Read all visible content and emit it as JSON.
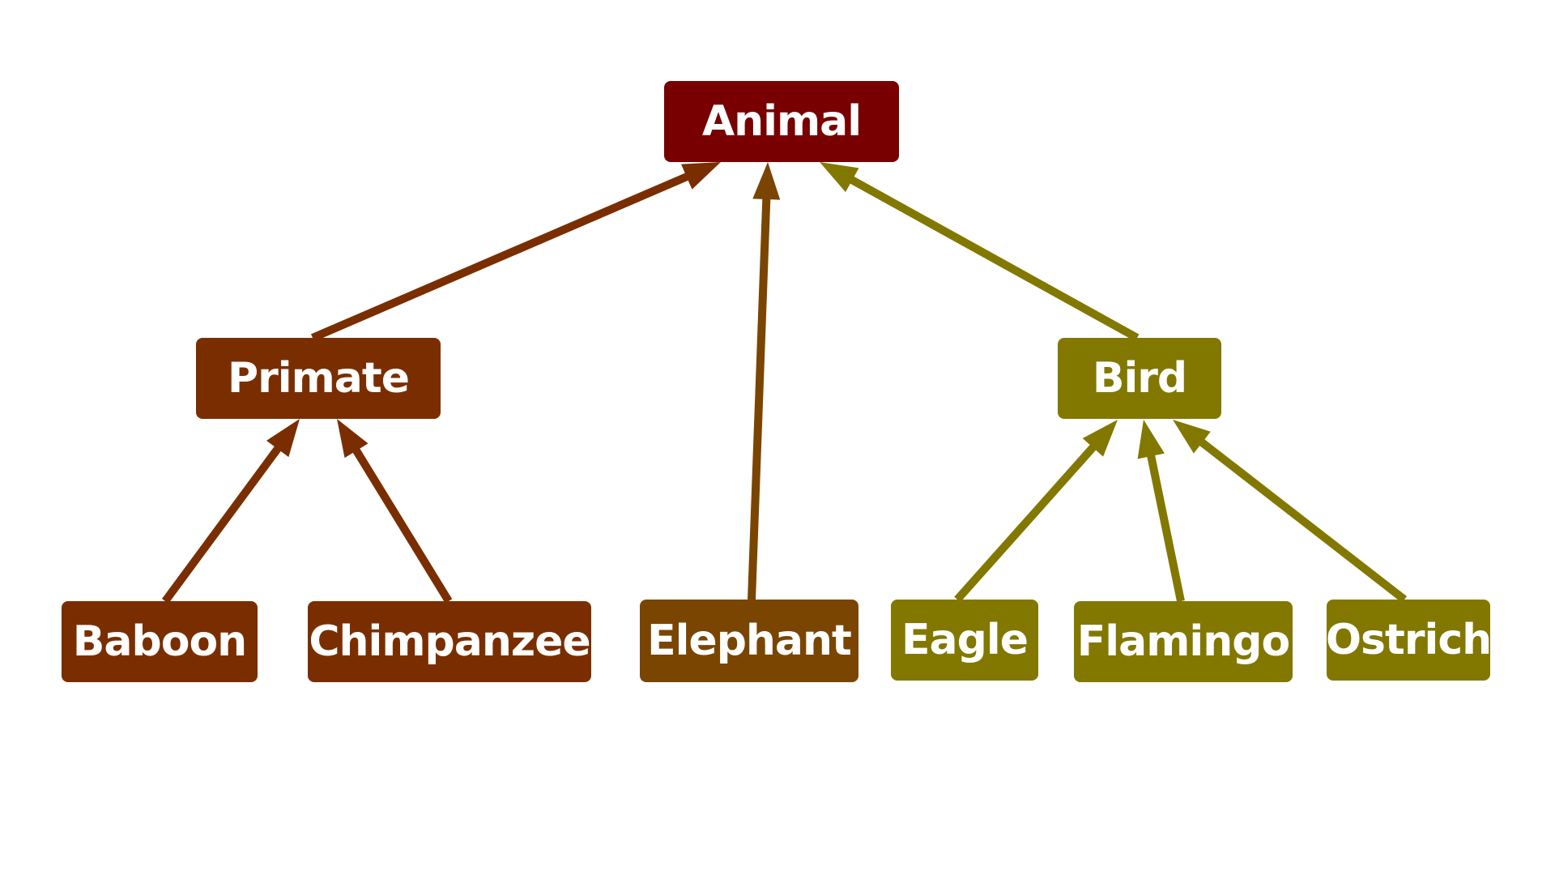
{
  "diagram": {
    "nodes": [
      {
        "id": "animal",
        "label": "Animal",
        "color": "#780000"
      },
      {
        "id": "primate",
        "label": "Primate",
        "color": "#7a2e00"
      },
      {
        "id": "bird",
        "label": "Bird",
        "color": "#827800"
      },
      {
        "id": "baboon",
        "label": "Baboon",
        "color": "#7a2e00"
      },
      {
        "id": "chimpanzee",
        "label": "Chimpanzee",
        "color": "#7a2e00"
      },
      {
        "id": "elephant",
        "label": "Elephant",
        "color": "#7a4500"
      },
      {
        "id": "eagle",
        "label": "Eagle",
        "color": "#827800"
      },
      {
        "id": "flamingo",
        "label": "Flamingo",
        "color": "#827800"
      },
      {
        "id": "ostrich",
        "label": "Ostrich",
        "color": "#827800"
      }
    ],
    "edges": [
      {
        "from": "primate",
        "to": "animal",
        "color": "#7a2e00"
      },
      {
        "from": "elephant",
        "to": "animal",
        "color": "#7a4500"
      },
      {
        "from": "bird",
        "to": "animal",
        "color": "#827800"
      },
      {
        "from": "baboon",
        "to": "primate",
        "color": "#7a2e00"
      },
      {
        "from": "chimpanzee",
        "to": "primate",
        "color": "#7a2e00"
      },
      {
        "from": "eagle",
        "to": "bird",
        "color": "#827800"
      },
      {
        "from": "flamingo",
        "to": "bird",
        "color": "#827800"
      },
      {
        "from": "ostrich",
        "to": "bird",
        "color": "#827800"
      }
    ]
  }
}
